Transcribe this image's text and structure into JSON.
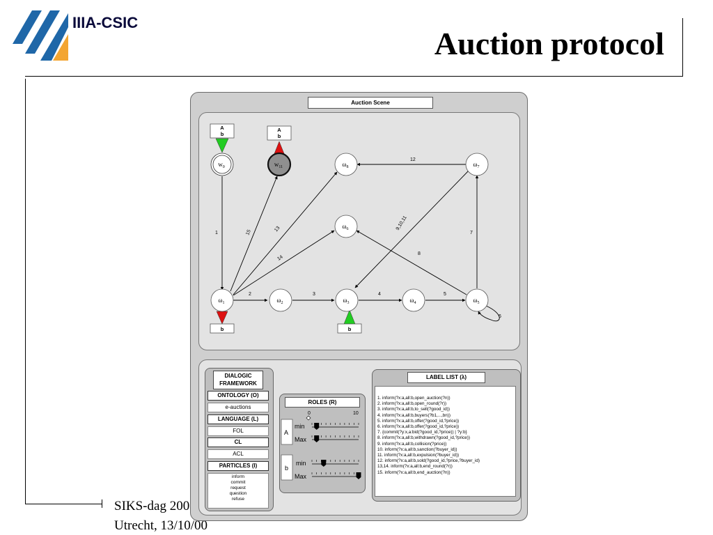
{
  "header": {
    "org": "IIIA-CSIC",
    "title": "Auction protocol",
    "logo_icon": "iiia-stripes-logo"
  },
  "footer": {
    "line1": "SIKS-dag 200",
    "line2": "Utrecht, 13/10/00"
  },
  "colors": {
    "accent_blue": "#1f67a8",
    "accent_orange": "#f3a531",
    "arrow_green": "#22cc22",
    "arrow_red": "#dd1111"
  },
  "scene": {
    "title": "Auction Scene",
    "states": {
      "w0": "w",
      "w0_sub": "0",
      "w11": "w",
      "w11_sub": "11",
      "w1": "ω",
      "w1_sub": "1",
      "w2": "ω",
      "w2_sub": "2",
      "w3": "ω",
      "w3_sub": "3",
      "w4": "ω",
      "w4_sub": "4",
      "w5": "ω",
      "w5_sub": "5",
      "w6": "ω",
      "w6_sub": "6",
      "w7": "ω",
      "w7_sub": "7",
      "w8": "ω",
      "w8_sub": "8"
    },
    "markers": {
      "w0_top": "A",
      "w0_bottom": "b",
      "w11_top": "A",
      "w11_bottom": "b",
      "w1": "b",
      "w3": "b"
    },
    "edge_labels": {
      "e1": "1",
      "e2": "2",
      "e3": "3",
      "e4": "4",
      "e5": "5",
      "e6": "6",
      "e7": "7",
      "e8": "8",
      "e9": "9,10,11",
      "e12": "12",
      "e13": "13",
      "e14": "14",
      "e15": "15"
    }
  },
  "dialogic": {
    "title_line1": "DIALOGIC",
    "title_line2": "FRAMEWORK",
    "ontology_header": "ONTOLOGY (O)",
    "ontology_value": "e-auctions",
    "language_header": "LANGUAGE (L)",
    "language_value": "FOL",
    "cl_header": "CL",
    "cl_value": "ACL",
    "particles_header": "PARTICLES (I)",
    "particles": [
      "inform",
      "commit",
      "request",
      "question",
      "refuse"
    ]
  },
  "roles": {
    "title": "ROLES (R)",
    "scale_min": "0",
    "scale_max": "10",
    "role_a": "A",
    "role_b": "b",
    "min_label": "min",
    "max_label": "Max",
    "sliders": {
      "a_min": 0.1,
      "a_max": 0.1,
      "b_min": 0.25,
      "b_max": 1.0
    }
  },
  "label_list": {
    "title": "LABEL LIST (λ)",
    "items": [
      "1. inform(?x:a,all:b,open_auction(?n))",
      "2. inform(?x:a,all:b,open_round(?r))",
      "3. inform(?x:a,all:b,to_sell(?good_id))",
      "4. inform(?x:a,all:b,buyers(?b1,...,bn))",
      "5. inform(?x:a,all:b,offer(?good_id,?price))",
      "6. inform(?x:a,all:b,offer(?good_id,?price))",
      "7. {commit(?y:x,a:bid(?good_id,?price)) | ?y:b}",
      "8. inform(?x:a,all:b,withdrawn(?good_id,?price))",
      "9. inform(?x:a,all:b,collision(?price))",
      "10. inform(?x:a,all:b,sanction(?buyer_id))",
      "11. inform(?x:a,all:b,expulsion(?buyer_id))",
      "12. inform(?x:a,all:b,sold(?good_id,?price,?buyer_id)",
      "13,14. inform(?x:a,all:b,end_round(?r))",
      "15. inform(?x:a,all:b,end_auction(?n))"
    ]
  }
}
